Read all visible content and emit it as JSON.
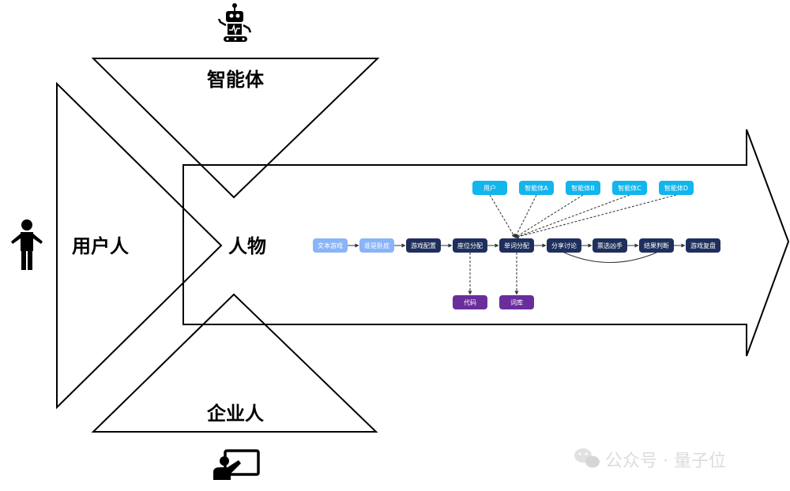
{
  "labels": {
    "agent": "智能体",
    "user": "用户人",
    "character": "人物",
    "enterprise": "企业人"
  },
  "flow_nodes": [
    {
      "id": "text_game",
      "label": "文本游戏",
      "color": "#8ab4f8"
    },
    {
      "id": "who_is_spy",
      "label": "谁是卧底",
      "color": "#8ab4f8"
    },
    {
      "id": "game_config",
      "label": "游戏配置",
      "color": "#1f2f5c"
    },
    {
      "id": "seat_assign",
      "label": "座位分配",
      "color": "#1f2f5c"
    },
    {
      "id": "word_assign",
      "label": "单词分配",
      "color": "#1f2f5c"
    },
    {
      "id": "share_discuss",
      "label": "分享讨论",
      "color": "#1f2f5c"
    },
    {
      "id": "pick_killer",
      "label": "票选凶手",
      "color": "#1f2f5c"
    },
    {
      "id": "judge_result",
      "label": "结果判断",
      "color": "#1f2f5c"
    },
    {
      "id": "game_review",
      "label": "游戏复盘",
      "color": "#1f2f5c"
    }
  ],
  "participants": [
    {
      "label": "用户",
      "color": "#12b5ec"
    },
    {
      "label": "智能体A",
      "color": "#12b5ec"
    },
    {
      "label": "智能体B",
      "color": "#12b5ec"
    },
    {
      "label": "智能体C",
      "color": "#12b5ec"
    },
    {
      "label": "智能体D",
      "color": "#12b5ec"
    }
  ],
  "resources": [
    {
      "label": "代码",
      "color": "#6a2d9c"
    },
    {
      "label": "词库",
      "color": "#6a2d9c"
    }
  ],
  "watermark": "公众号 · 量子位",
  "icons": {
    "agent": "robot-icon",
    "user": "person-icon",
    "enterprise": "presenter-icon",
    "watermark": "wechat-icon"
  }
}
